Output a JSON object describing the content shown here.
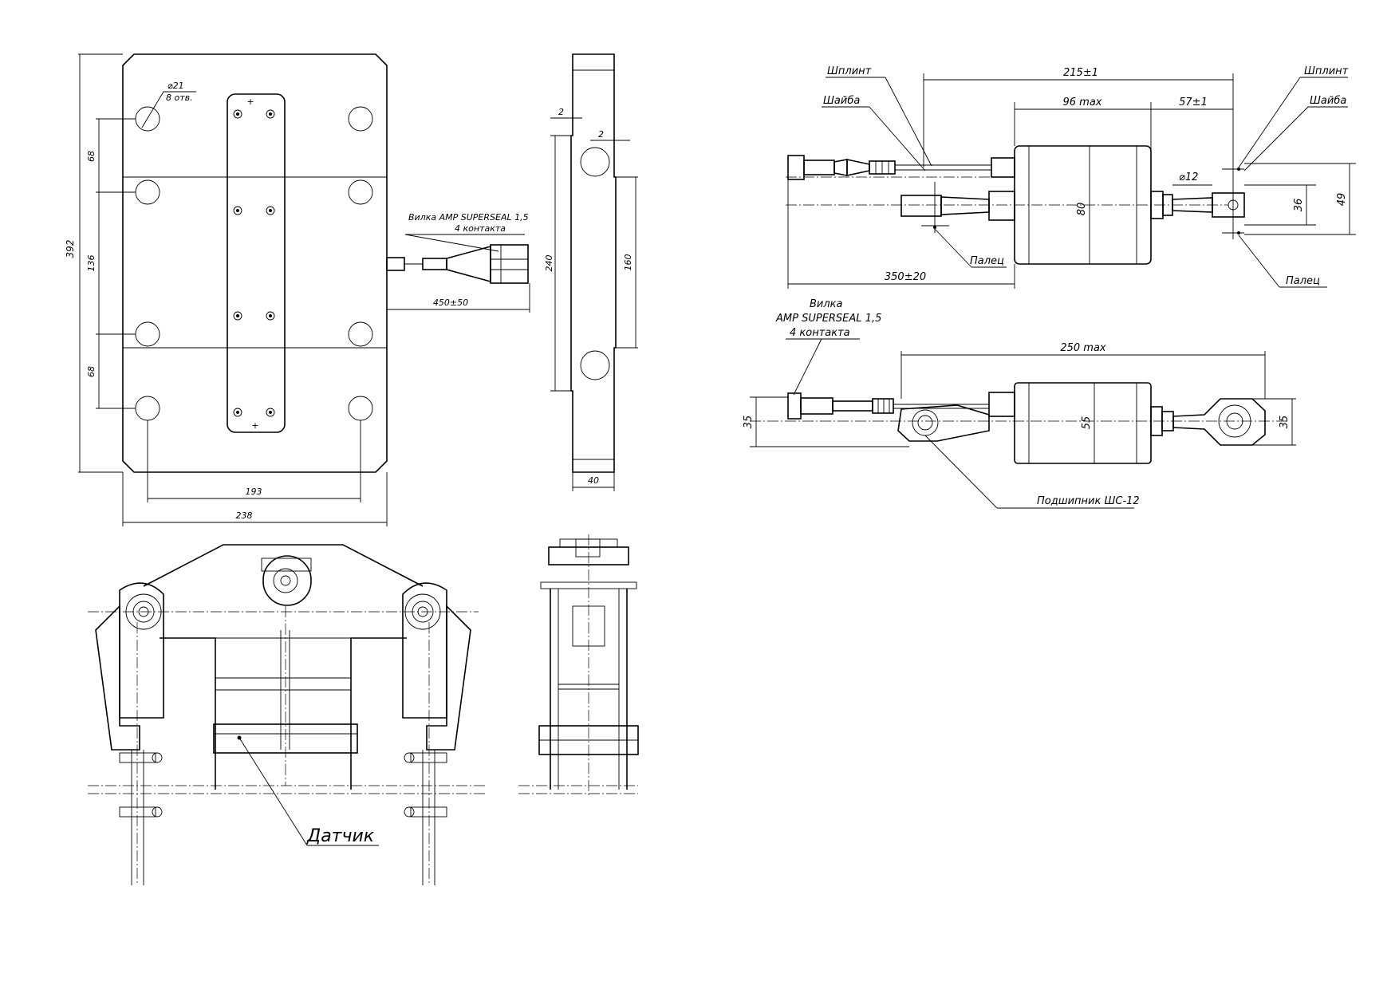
{
  "plate_view": {
    "hole_note_line1": "⌀21",
    "hole_note_line2": "8 отв.",
    "dim_68_top": "68",
    "dim_136": "136",
    "dim_68_bottom": "68",
    "dim_392": "392",
    "dim_193": "193",
    "dim_238": "238",
    "connector_label_line1": "Вилка  AMP SUPERSEAL 1,5",
    "connector_label_line2": "4 контакта",
    "dim_cable": "450±50"
  },
  "side_view": {
    "dim_2_left": "2",
    "dim_2_right": "2",
    "dim_240": "240",
    "dim_160": "160",
    "dim_40": "40"
  },
  "sensor_top_view": {
    "label_splint_left": "Шплинт",
    "label_washer_left": "Шайба",
    "label_splint_right": "Шплинт",
    "label_washer_right": "Шайба",
    "label_pin_left": "Палец",
    "label_pin_right": "Палец",
    "dim_215": "215±1",
    "dim_96max": "96 max",
    "dim_57": "57±1",
    "dim_80": "80",
    "dim_d12": "⌀12",
    "dim_36": "36",
    "dim_49": "49",
    "dim_350": "350±20"
  },
  "sensor_side_view": {
    "connector_label_line1": "Вилка",
    "connector_label_line2": "AMP SUPERSEAL 1,5",
    "connector_label_line3": "4 контакта",
    "dim_250max": "250 max",
    "dim_35_left": "35",
    "dim_55": "55",
    "dim_35_right": "35",
    "label_bearing": "Подшипник ШС-12"
  },
  "assembly_view": {
    "label_sensor": "Датчик"
  },
  "colors": {
    "line": "#000000",
    "background": "#ffffff"
  }
}
